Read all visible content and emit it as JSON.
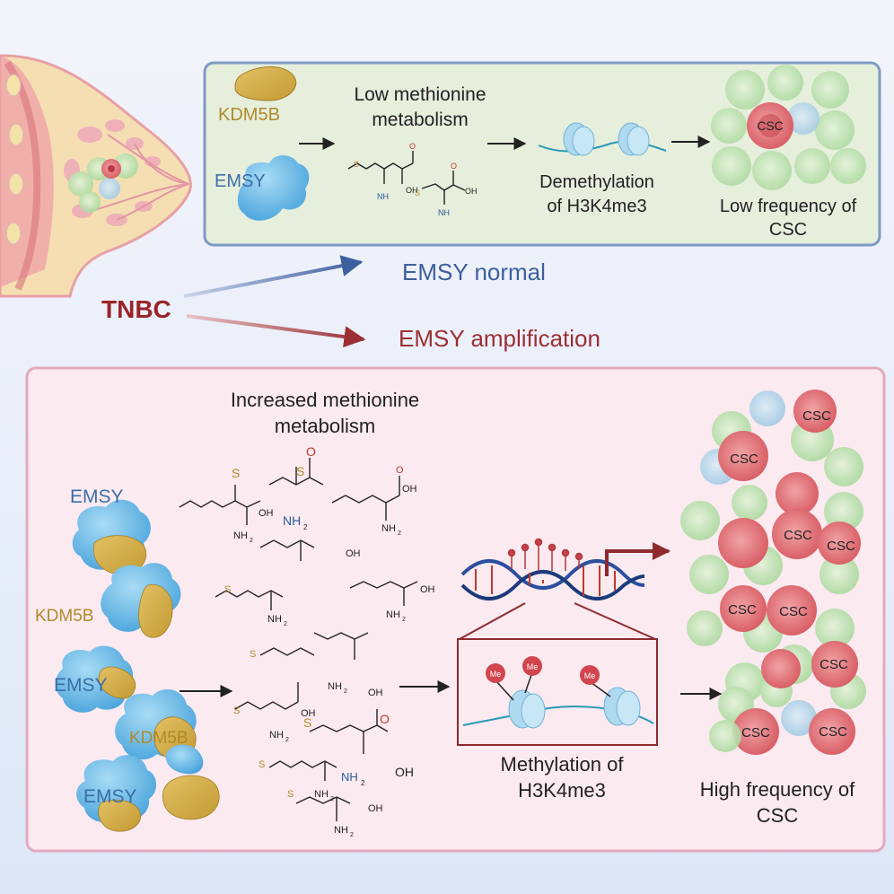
{
  "top_panel": {
    "kdm5b": "KDM5B",
    "emsy": "EMSY",
    "metabolism_line1": "Low methionine",
    "metabolism_line2": "metabolism",
    "demethylation_line1": "Demethylation",
    "demethylation_line2": "of H3K4me3",
    "csc_label": "CSC",
    "result_line1": "Low frequency of",
    "result_line2": "CSC"
  },
  "branch": {
    "source": "TNBC",
    "normal": "EMSY normal",
    "amplification": "EMSY amplification"
  },
  "bottom_panel": {
    "metabolism_line1": "Increased methionine",
    "metabolism_line2": "metabolism",
    "emsy": "EMSY",
    "kdm5b": "KDM5B",
    "me": "Me",
    "methylation_line1": "Methylation of",
    "methylation_line2": "H3K4me3",
    "csc_label": "CSC",
    "result_line1": "High frequency of",
    "result_line2": "CSC"
  },
  "molecule": {
    "oh": "OH",
    "nh2": "NH",
    "sub2": "2",
    "o": "O",
    "s": "S"
  },
  "colors": {
    "tnbc": "#9b2428",
    "emsy_text": "#3a6ea8",
    "kdm5b_text": "#b08a2a",
    "normal_arrow": "#3d5f9e",
    "amp_arrow": "#9b2f33",
    "top_panel_fill": "#e6eedc",
    "top_panel_stroke": "#7d9bc4",
    "bottom_panel_fill": "#fbeaf0",
    "bottom_panel_stroke": "#e3a9bb"
  }
}
